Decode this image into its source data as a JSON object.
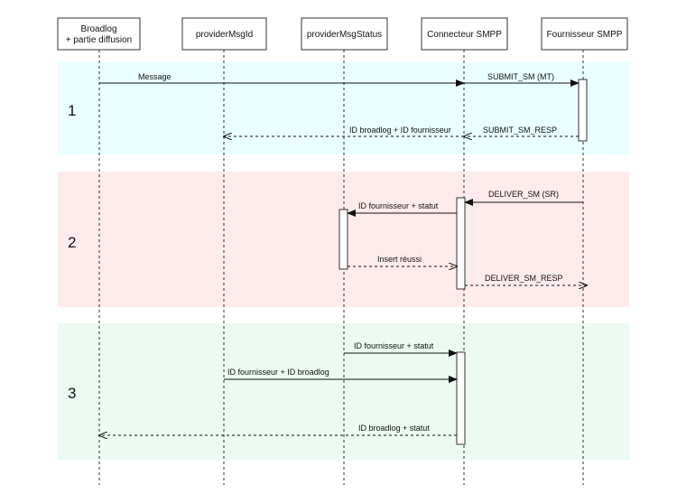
{
  "participants": [
    {
      "line1": "Broadlog",
      "line2": "+ partie diffusion"
    },
    {
      "line1": "providerMsgId",
      "line2": ""
    },
    {
      "line1": "providerMsgStatus",
      "line2": ""
    },
    {
      "line1": "Connecteur SMPP",
      "line2": ""
    },
    {
      "line1": "Fournisseur SMPP",
      "line2": ""
    }
  ],
  "phases": [
    {
      "number": "1",
      "color": "#eaffff"
    },
    {
      "number": "2",
      "color": "#ffebeb"
    },
    {
      "number": "3",
      "color": "#ecfaf1"
    }
  ],
  "messages": [
    {
      "text": "Message"
    },
    {
      "text": "SUBMIT_SM (MT)"
    },
    {
      "text": "SUBMIT_SM_RESP"
    },
    {
      "text": "ID broadlog + ID fournisseur"
    },
    {
      "text": "DELIVER_SM (SR)"
    },
    {
      "text": "ID fournisseur + statut"
    },
    {
      "text": "Insert réussi"
    },
    {
      "text": "DELIVER_SM_RESP"
    },
    {
      "text": "ID fournisseur + statut"
    },
    {
      "text": "ID fournisseur + ID broadlog"
    },
    {
      "text": "ID broadlog + statut"
    }
  ]
}
